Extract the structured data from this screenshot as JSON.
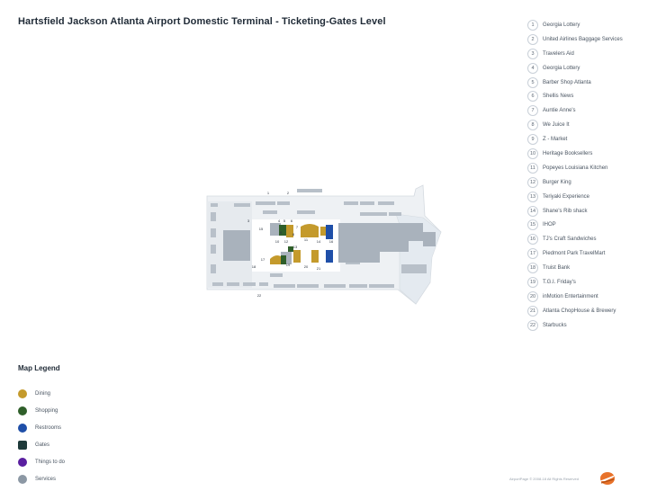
{
  "title": "Hartsfield Jackson Atlanta Airport Domestic Terminal - Ticketing-Gates Level",
  "directory": [
    {
      "num": "1",
      "name": "Georgia Lottery"
    },
    {
      "num": "2",
      "name": "United Airlines Baggage Services"
    },
    {
      "num": "3",
      "name": "Travelers Aid"
    },
    {
      "num": "4",
      "name": "Georgia Lottery"
    },
    {
      "num": "5",
      "name": "Barber Shop Atlanta"
    },
    {
      "num": "6",
      "name": "Shellis News"
    },
    {
      "num": "7",
      "name": "Auntie Anne's"
    },
    {
      "num": "8",
      "name": "We Juice It"
    },
    {
      "num": "9",
      "name": "Z - Market"
    },
    {
      "num": "10",
      "name": "Heritage Booksellers"
    },
    {
      "num": "11",
      "name": "Popeyes Louisiana Kitchen"
    },
    {
      "num": "12",
      "name": "Burger King"
    },
    {
      "num": "13",
      "name": "Teriyaki Experience"
    },
    {
      "num": "14",
      "name": "Shane's Rib shack"
    },
    {
      "num": "15",
      "name": "IHOP"
    },
    {
      "num": "16",
      "name": "TJ's Craft Sandwiches"
    },
    {
      "num": "17",
      "name": "Piedmont Park TravelMart"
    },
    {
      "num": "18",
      "name": "Truist Bank"
    },
    {
      "num": "19",
      "name": "T.G.I. Friday's"
    },
    {
      "num": "20",
      "name": "inMotion Entertainment"
    },
    {
      "num": "21",
      "name": "Atlanta ChopHouse & Brewery"
    },
    {
      "num": "22",
      "name": "Starbucks"
    }
  ],
  "legend": {
    "title": "Map Legend",
    "items": [
      {
        "label": "Dining",
        "color": "#c49a2c",
        "shape": "circle"
      },
      {
        "label": "Shopping",
        "color": "#2f5f2a",
        "shape": "circle"
      },
      {
        "label": "Restrooms",
        "color": "#1f4fa8",
        "shape": "circle"
      },
      {
        "label": "Gates",
        "color": "#1e3a3a",
        "shape": "square"
      },
      {
        "label": "Things to do",
        "color": "#5a1fa0",
        "shape": "circle"
      },
      {
        "label": "Services",
        "color": "#8c98a4",
        "shape": "circle"
      }
    ]
  },
  "map_labels": [
    "1",
    "2",
    "3",
    "4",
    "5",
    "6",
    "7",
    "8",
    "9",
    "10",
    "11",
    "12",
    "13",
    "14",
    "15",
    "16",
    "17",
    "18",
    "19",
    "20",
    "21",
    "22"
  ],
  "copyright": "AirportPage © 2008-18 All Rights Reserved"
}
